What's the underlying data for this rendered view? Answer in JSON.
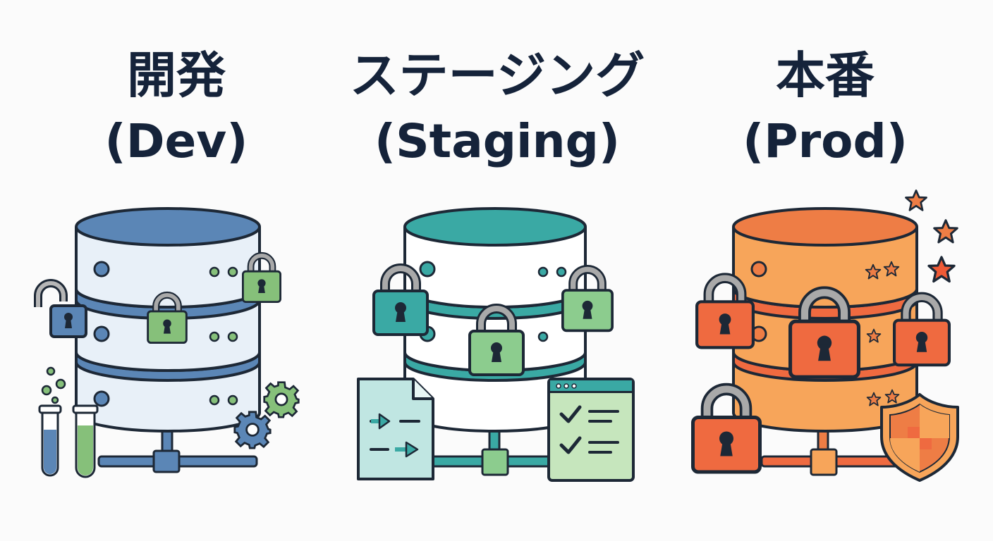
{
  "environments": [
    {
      "title_ja": "開発",
      "title_en": "(Dev)",
      "accent": "#5b86b6",
      "light": "#e8f0f8",
      "lock_color": "#86c07a",
      "icons": [
        "database-icon",
        "open-padlock-icon",
        "padlock-icon",
        "test-tube-icon",
        "gear-icon",
        "bubbles-icon"
      ]
    },
    {
      "title_ja": "ステージング",
      "title_en": "(Staging)",
      "accent": "#3aa9a4",
      "light": "#ffffff",
      "lock_color": "#8ccc8e",
      "icons": [
        "database-icon",
        "padlock-icon",
        "document-arrows-icon",
        "checklist-window-icon"
      ]
    },
    {
      "title_ja": "本番",
      "title_en": "(Prod)",
      "accent": "#ee7d45",
      "light": "#f7a55a",
      "lock_color": "#ef6a40",
      "icons": [
        "database-icon",
        "padlock-icon",
        "shield-icon",
        "star-icon"
      ]
    }
  ],
  "colors": {
    "outline": "#1d2836",
    "background": "#fbfbfb",
    "title": "#15233a"
  }
}
